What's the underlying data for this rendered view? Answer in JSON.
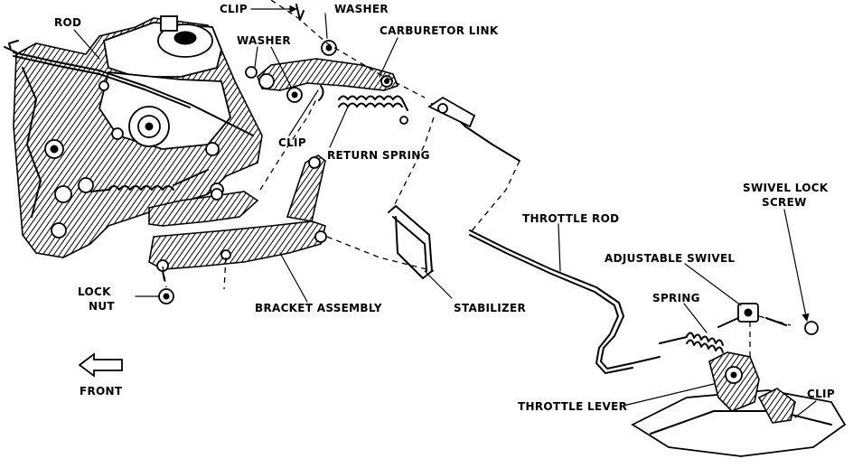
{
  "labels": {
    "rod": "ROD",
    "clip_top": "CLIP",
    "washer_top": "WASHER",
    "washer_mid": "WASHER",
    "carburetor_link": "CARBURETOR LINK",
    "clip_mid": "CLIP",
    "return_spring": "RETURN SPRING",
    "swivel_lock_screw_1": "SWIVEL LOCK",
    "swivel_lock_screw_2": "SCREW",
    "throttle_rod": "THROTTLE ROD",
    "adjustable_swivel": "ADJUSTABLE SWIVEL",
    "spring": "SPRING",
    "lock_nut_1": "LOCK",
    "lock_nut_2": "NUT",
    "bracket_assembly": "BRACKET ASSEMBLY",
    "stabilizer": "STABILIZER",
    "front": "FRONT",
    "throttle_lever": "THROTTLE LEVER",
    "clip_bottom": "CLIP"
  }
}
